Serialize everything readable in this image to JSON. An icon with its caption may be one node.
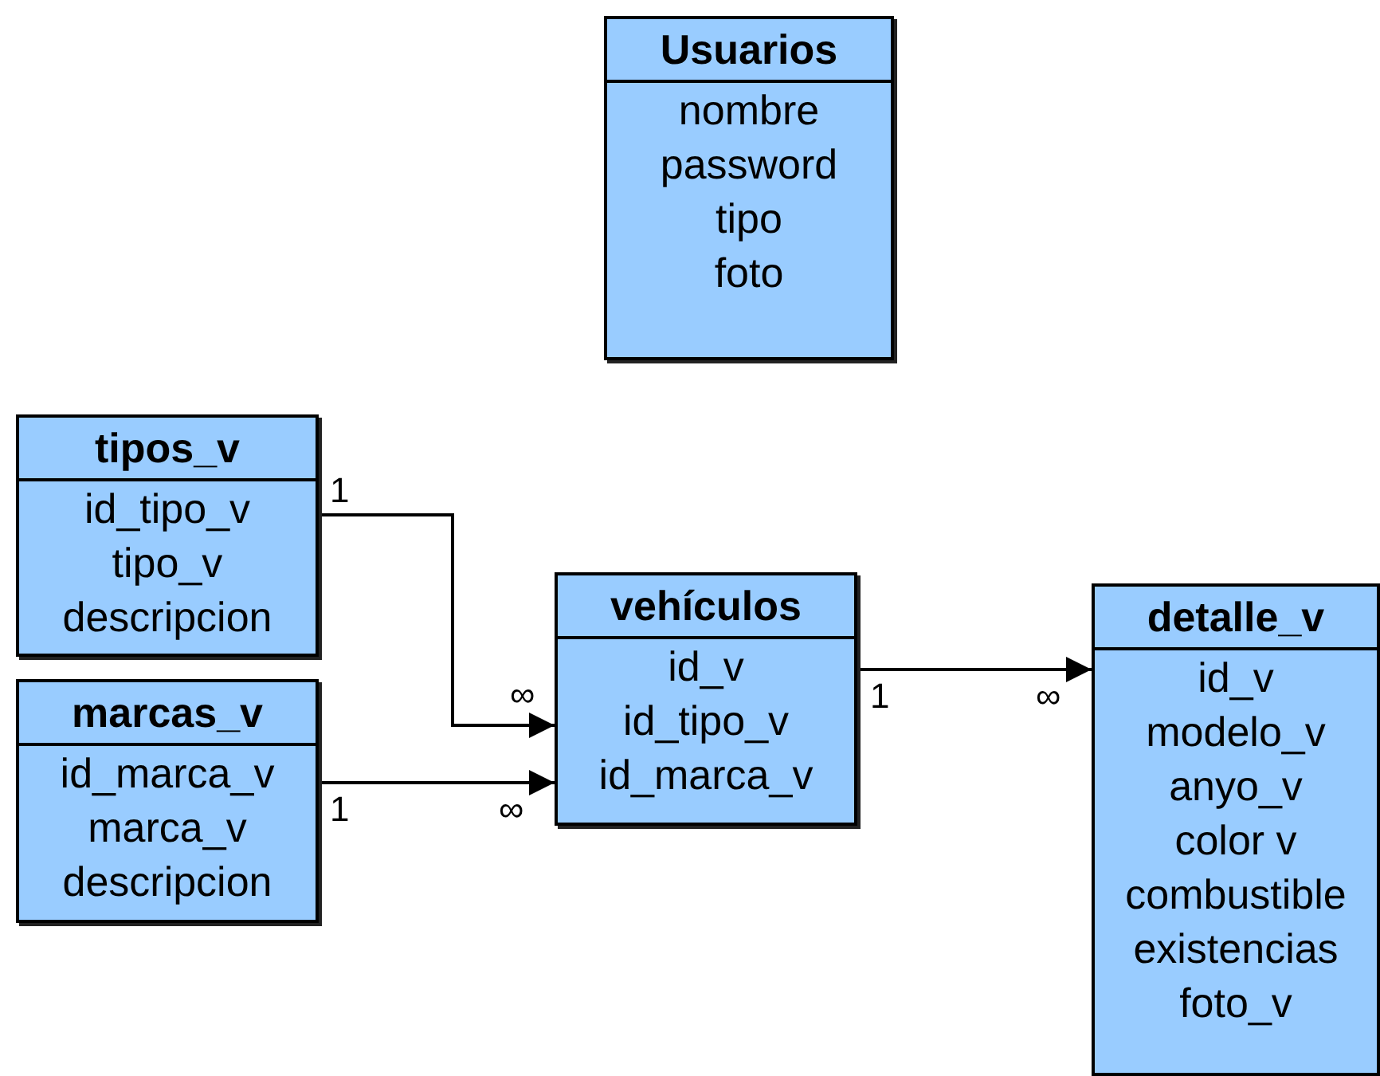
{
  "diagram": {
    "nodes": [
      {
        "text": [
          "Usuarios",
          "nombre",
          "password",
          "tipo",
          "foto"
        ]
      },
      {
        "text": [
          "tipos_v",
          "id_tipo_v",
          "tipo_v",
          "descripcion"
        ]
      },
      {
        "text": [
          "marcas_v",
          "id_marca_v",
          "marca_v",
          "descripcion"
        ]
      },
      {
        "text": [
          "vehículos",
          "id_v",
          "id_tipo_v",
          "id_marca_v"
        ]
      },
      {
        "text": [
          "detalle_v",
          "id_v",
          "modelo_v",
          "anyo_v",
          "color v",
          "combustible",
          "existencias",
          "foto_v"
        ]
      }
    ],
    "edges": [
      {
        "from": 1,
        "to": 3,
        "arrow": "to"
      },
      {
        "from": 2,
        "to": 3,
        "arrow": "to"
      },
      {
        "from": 3,
        "to": 4,
        "arrow": "to"
      }
    ],
    "labels": [
      "1",
      "∞",
      "1",
      "∞",
      "∞",
      "1"
    ]
  }
}
